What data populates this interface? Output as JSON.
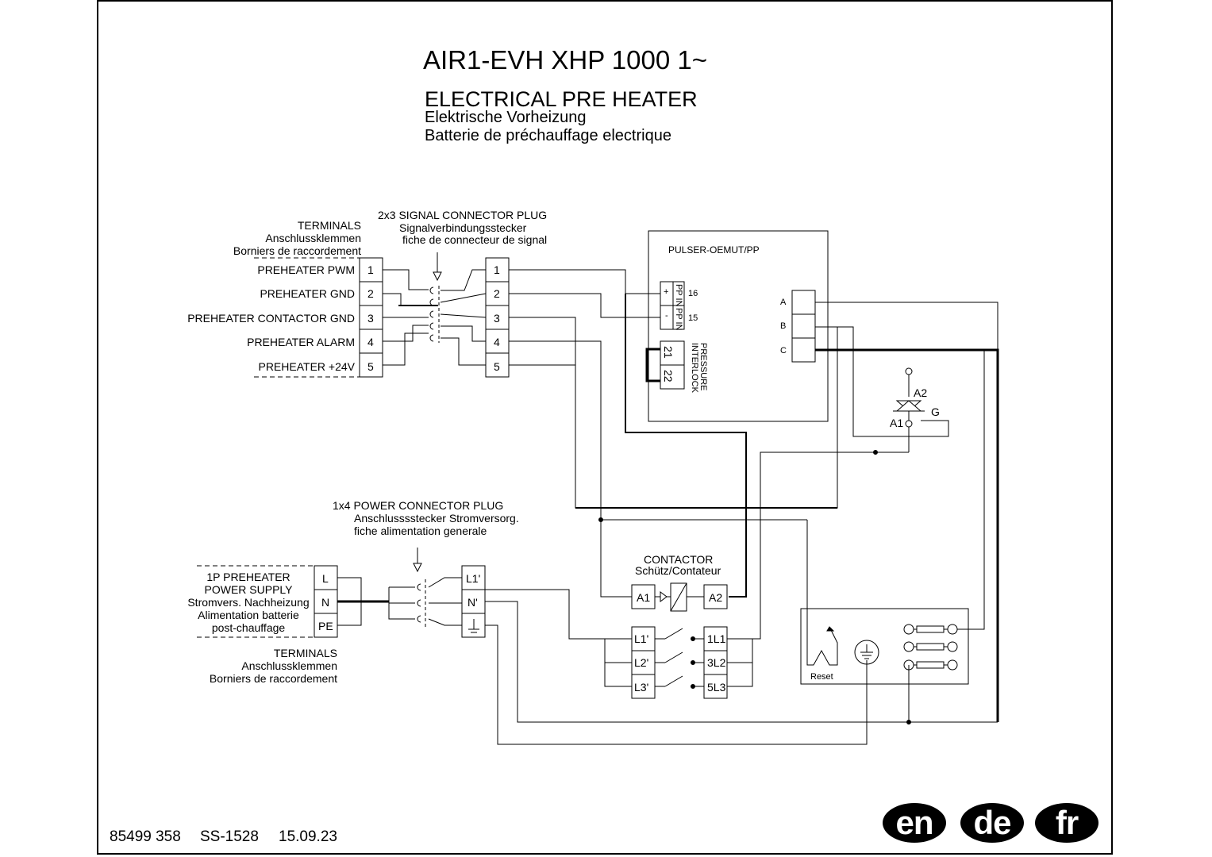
{
  "header": {
    "title": "AIR1-EVH XHP 1000 1~",
    "subtitle_en": "ELECTRICAL PRE HEATER",
    "subtitle_de": "Elektrische Vorheizung",
    "subtitle_fr": "Batterie de préchauffage electrique"
  },
  "terminals_top": {
    "heading": [
      "TERMINALS",
      "Anschlussklemmen",
      "Borniers de raccordement"
    ],
    "rows": [
      {
        "label": "PREHEATER PWM",
        "num": "1"
      },
      {
        "label": "PREHEATER GND",
        "num": "2"
      },
      {
        "label": "PREHEATER CONTACTOR GND",
        "num": "3"
      },
      {
        "label": "PREHEATER ALARM",
        "num": "4"
      },
      {
        "label": "PREHEATER +24V",
        "num": "5"
      }
    ]
  },
  "signal_plug": {
    "heading": [
      "2x3 SIGNAL CONNECTOR PLUG",
      "Signalverbindungsstecker",
      "fiche de connecteur de signal"
    ],
    "pins": [
      "1",
      "2",
      "3",
      "4",
      "5"
    ]
  },
  "pulser": {
    "name": "PULSER-OEMUT/PP",
    "pp_in": "PP IN",
    "plus": "+",
    "minus": "-",
    "pin16": "16",
    "pin15": "15",
    "int21": "21",
    "int22": "22",
    "interlock": [
      "PRESSURE",
      "INTERLOCK"
    ],
    "a": "A",
    "b": "B",
    "c": "C"
  },
  "triac": {
    "a2": "A2",
    "a1": "A1",
    "g": "G"
  },
  "power_plug": {
    "heading": [
      "1x4 POWER CONNECTOR PLUG",
      "Anschlusssstecker Stromversorg.",
      "fiche alimentation generale"
    ],
    "pins": [
      "L1'",
      "N'"
    ]
  },
  "power_supply": {
    "label": [
      "1P PREHEATER",
      "POWER SUPPLY",
      "Stromvers. Nachheizung",
      "Alimentation batterie",
      "post-chauffage"
    ],
    "terminals": [
      "L",
      "N",
      "PE"
    ],
    "heading": [
      "TERMINALS",
      "Anschlussklemmen",
      "Borniers de raccordement"
    ]
  },
  "contactor": {
    "heading": [
      "CONTACTOR",
      "Schütz/Contateur"
    ],
    "a1": "A1",
    "a2": "A2",
    "in": [
      "L1'",
      "L2'",
      "L3'"
    ],
    "out": [
      "1L1",
      "3L2",
      "5L3"
    ]
  },
  "thermostat": {
    "reset": "Reset"
  },
  "footer": {
    "doc": "85499 358",
    "ss": "SS-1528",
    "date": "15.09.23"
  },
  "languages": [
    "en",
    "de",
    "fr"
  ]
}
